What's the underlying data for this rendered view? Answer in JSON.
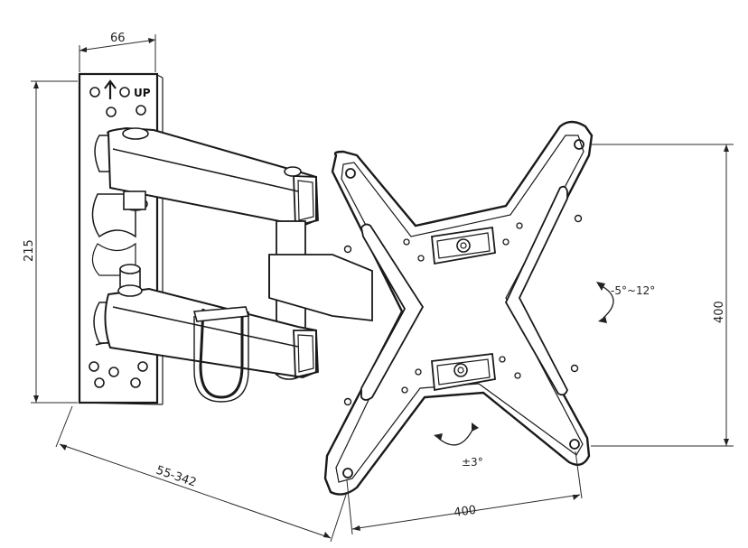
{
  "labels": {
    "wall_plate_width": "66",
    "wall_plate_height": "215",
    "arm_extension": "55-342",
    "vesa_horizontal": "400",
    "vesa_vertical": "400",
    "tilt_range": "-5°~12°",
    "rotation": "±3°",
    "up_marking": "UP"
  },
  "icons": {
    "up_arrow": "arrow-up-icon",
    "tilt_arrow": "curved-arrow-icon",
    "rotation_arrow": "curved-arrow-icon"
  },
  "colors": {
    "line": "#1a1a1a",
    "background": "#ffffff"
  }
}
